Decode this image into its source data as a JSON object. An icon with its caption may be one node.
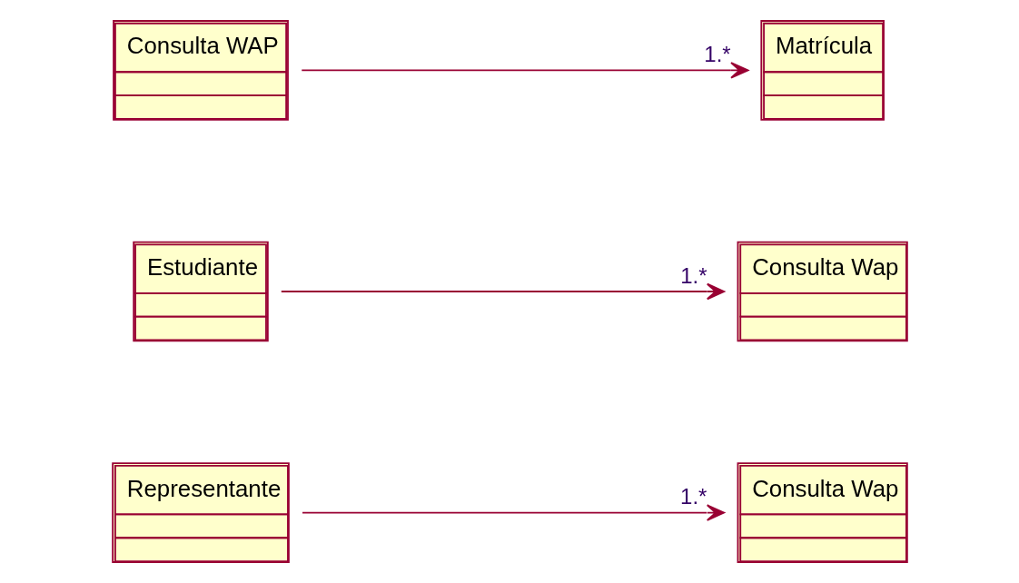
{
  "diagram": {
    "nodes": [
      {
        "text": [
          "Representante"
        ]
      },
      {
        "text": [
          "Consulta Wap"
        ]
      },
      {
        "text": [
          "Estudiante"
        ]
      },
      {
        "text": [
          "Consulta Wap"
        ]
      },
      {
        "text": [
          "Consulta WAP"
        ]
      },
      {
        "text": [
          "Matrícula"
        ]
      }
    ],
    "edges": [
      {
        "from": 0,
        "to": 1,
        "arrow": "to",
        "label": "1.*"
      },
      {
        "from": 2,
        "to": 3,
        "arrow": "to",
        "label": "1.*"
      },
      {
        "from": 4,
        "to": 5,
        "arrow": "to",
        "label": "1.*"
      }
    ]
  }
}
